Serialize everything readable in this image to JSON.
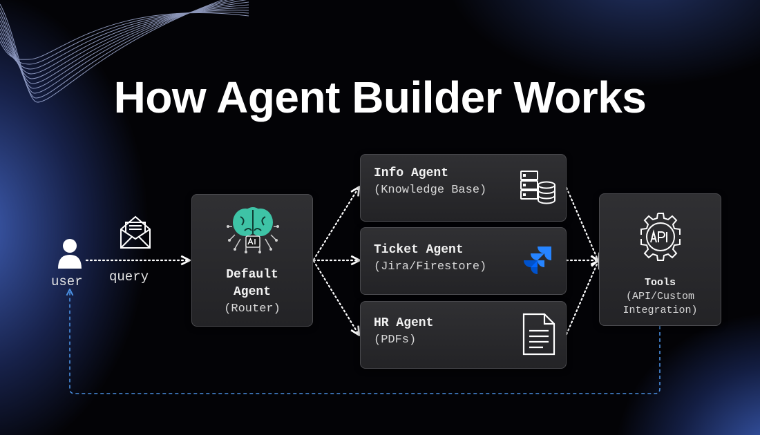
{
  "title": "How Agent Builder Works",
  "user": {
    "label": "user",
    "icon": "user-icon"
  },
  "query": {
    "label": "query",
    "icon": "envelope-icon"
  },
  "router": {
    "title_line1": "Default",
    "title_line2": "Agent",
    "subtitle": "(Router)",
    "icon": "ai-brain-icon"
  },
  "agents": [
    {
      "title": "Info Agent",
      "subtitle": "(Knowledge Base)",
      "icon": "database-server-icon"
    },
    {
      "title": "Ticket Agent",
      "subtitle": "(Jira/Firestore)",
      "icon": "jira-icon"
    },
    {
      "title": "HR Agent",
      "subtitle": "(PDFs)",
      "icon": "document-icon"
    }
  ],
  "tools": {
    "title": "Tools",
    "subtitle_line1": "(API/Custom",
    "subtitle_line2": "Integration)",
    "icon": "api-gear-icon"
  },
  "colors": {
    "return_line": "#4a90e2",
    "jira_blue_light": "#2684ff",
    "jira_blue_dark": "#0052cc",
    "brain_green": "#3ec3a6"
  }
}
